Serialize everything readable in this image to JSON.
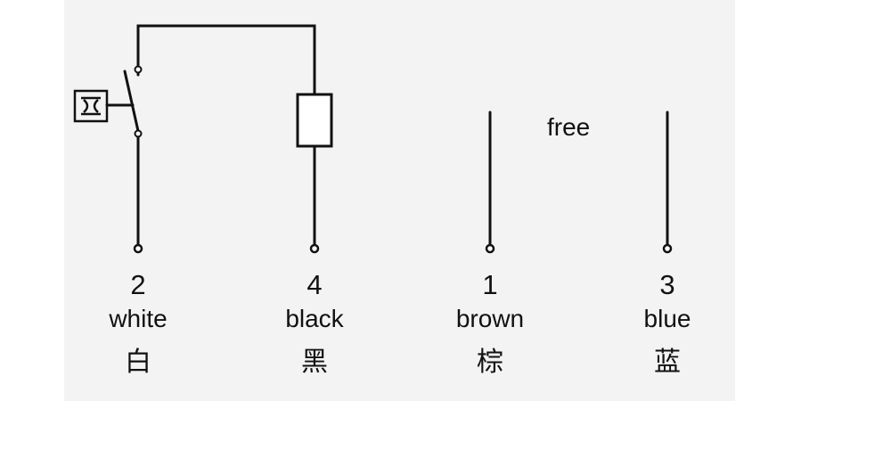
{
  "pins": [
    {
      "number": "2",
      "color_en": "white",
      "color_cn": "白"
    },
    {
      "number": "4",
      "color_en": "black",
      "color_cn": "黑"
    },
    {
      "number": "1",
      "color_en": "brown",
      "color_cn": "棕"
    },
    {
      "number": "3",
      "color_en": "blue",
      "color_cn": "蓝"
    }
  ],
  "free_label": "free",
  "colors": {
    "line": "#111111",
    "panel": "#f3f3f3",
    "background": "#ffffff"
  }
}
